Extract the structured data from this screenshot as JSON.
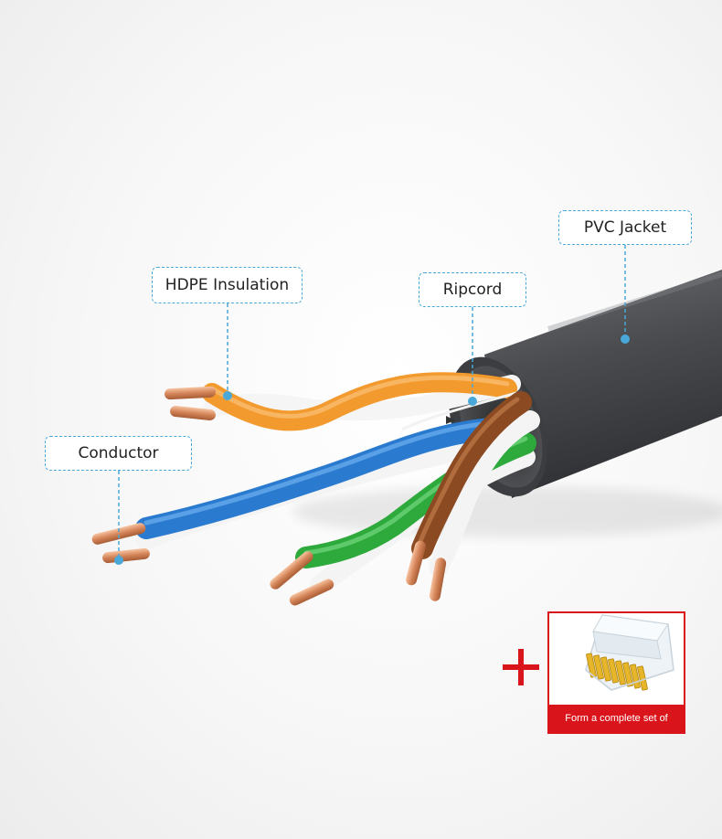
{
  "labels": {
    "hdpe_insulation": "HDPE Insulation",
    "ripcord": "Ripcord",
    "pvc_jacket": "PVC Jacket",
    "conductor": "Conductor"
  },
  "accessory": {
    "caption": "Form a complete set of",
    "icon": "rj45-connector"
  },
  "colors": {
    "callout_border": "#4aa8d8",
    "jacket": "#4b4d50",
    "orange_pair": "#f29a2e",
    "blue_pair": "#2a7bd0",
    "green_pair": "#2eaa3c",
    "brown_pair": "#8b4a22",
    "copper": "#d58a5e",
    "accent_red": "#d9141a"
  }
}
